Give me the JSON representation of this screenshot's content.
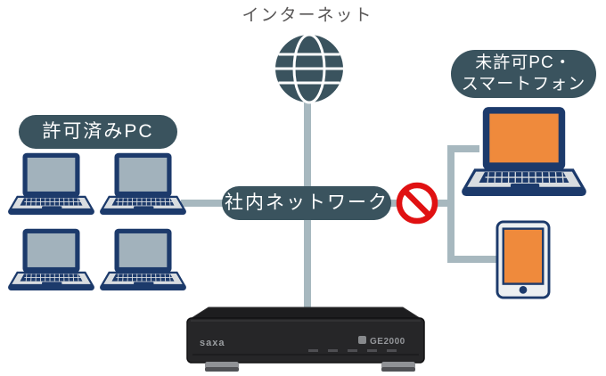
{
  "colors": {
    "slate": "#3a535e",
    "line": "#a7b8bf",
    "navy": "#1c3a6b",
    "screen_blue": "#a2b2bc",
    "lap_body": "#d9dde0",
    "orange": "#ef8a3c",
    "red": "#e01112",
    "text_gray": "#595757"
  },
  "labels": {
    "internet": "インターネット",
    "network": "社内ネットワーク",
    "authorized": "許可済みPC",
    "unauthorized_line1": "未許可PC・",
    "unauthorized_line2": "スマートフォン"
  },
  "device": {
    "brand": "saxa",
    "model": "GE2000"
  }
}
